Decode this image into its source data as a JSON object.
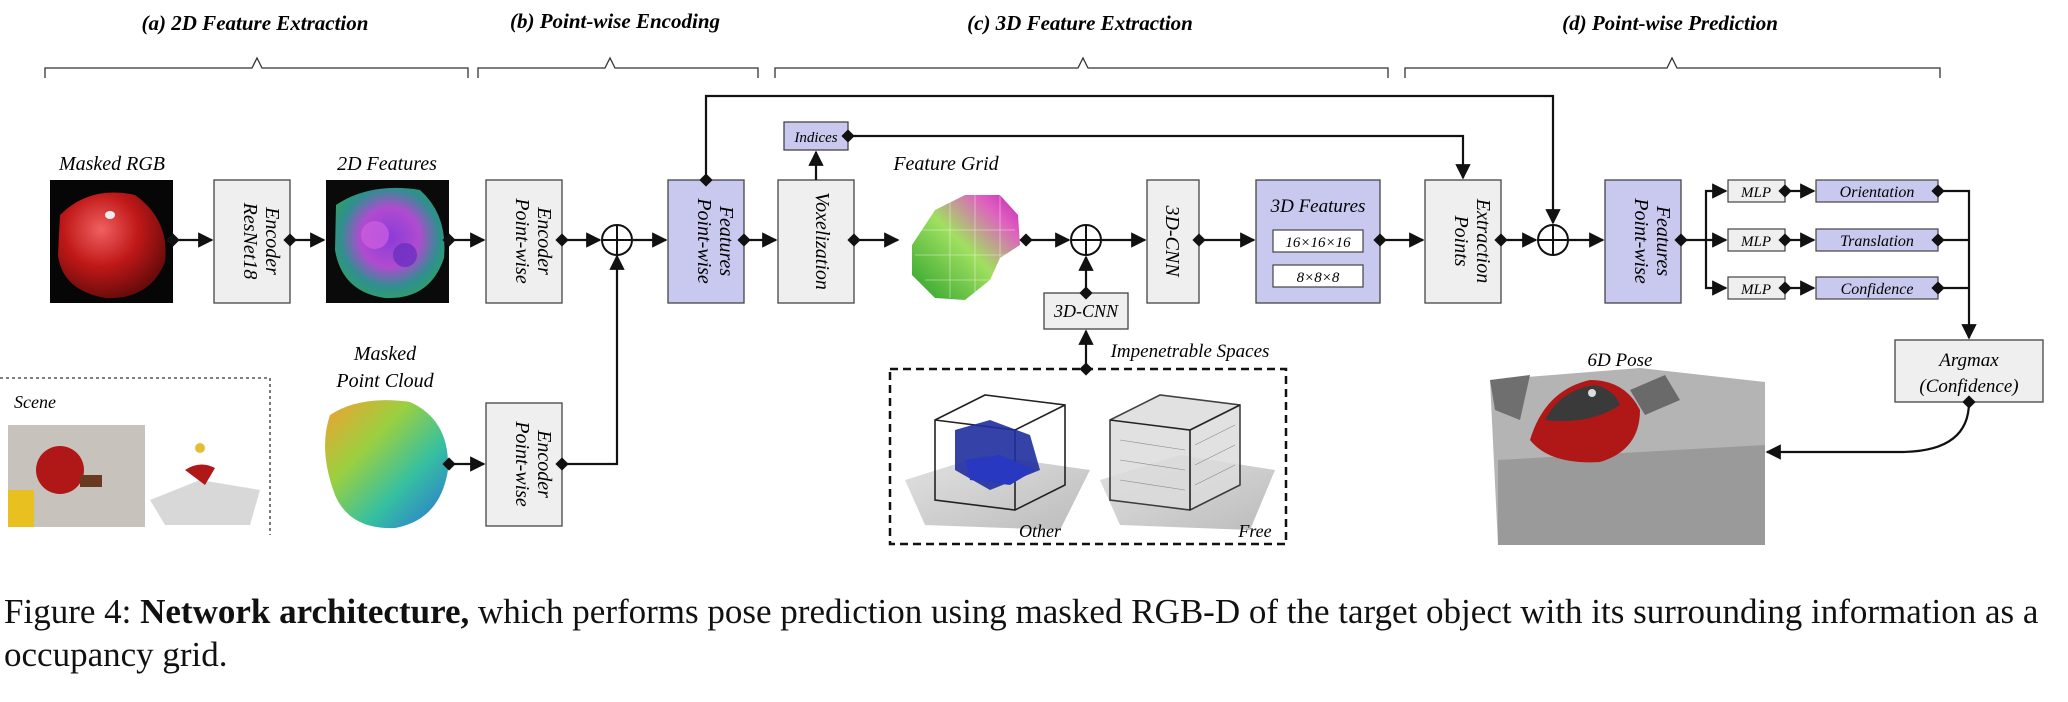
{
  "headers": {
    "a": "(a) 2D Feature Extraction",
    "b": "(b) Point-wise Encoding",
    "c": "(c) 3D Feature Extraction",
    "d": "(d) Point-wise Prediction"
  },
  "labels": {
    "masked_rgb": "Masked RGB",
    "features_2d": "2D Features",
    "masked_pc_1": "Masked",
    "masked_pc_2": "Point Cloud",
    "scene": "Scene",
    "feature_grid": "Feature Grid",
    "impenetrable": "Impenetrable Spaces",
    "other": "Other",
    "free": "Free",
    "pose_6d": "6D Pose"
  },
  "blocks": {
    "resnet_1": "ResNet18",
    "resnet_2": "Encoder",
    "pwenc_top_1": "Point-wise",
    "pwenc_top_2": "Encoder",
    "pwenc_bot_1": "Point-wise",
    "pwenc_bot_2": "Encoder",
    "pwfeat_1": "Point-wise",
    "pwfeat_2": "Features",
    "voxelization": "Voxelization",
    "indices": "Indices",
    "cnn3d_a": "3D-CNN",
    "cnn3d_b": "3D-CNN",
    "features_3d": "3D Features",
    "f16": "16×16×16",
    "f8": "8×8×8",
    "points_1": "Points",
    "points_2": "Extraction",
    "pwfeat2_1": "Point-wise",
    "pwfeat2_2": "Features",
    "mlp": "MLP",
    "orientation": "Orientation",
    "translation": "Translation",
    "confidence": "Confidence",
    "argmax_1": "Argmax",
    "argmax_2": "(Confidence)"
  },
  "caption": {
    "prefix": "Figure 4: ",
    "bold": "Network architecture,",
    "rest": " which performs pose prediction using masked RGB-D of the target object with its surrounding information as a occupancy grid."
  },
  "colors": {
    "gray_box": "#efefef",
    "purple_box": "#c9c9ef",
    "object_red": "#c01818"
  }
}
